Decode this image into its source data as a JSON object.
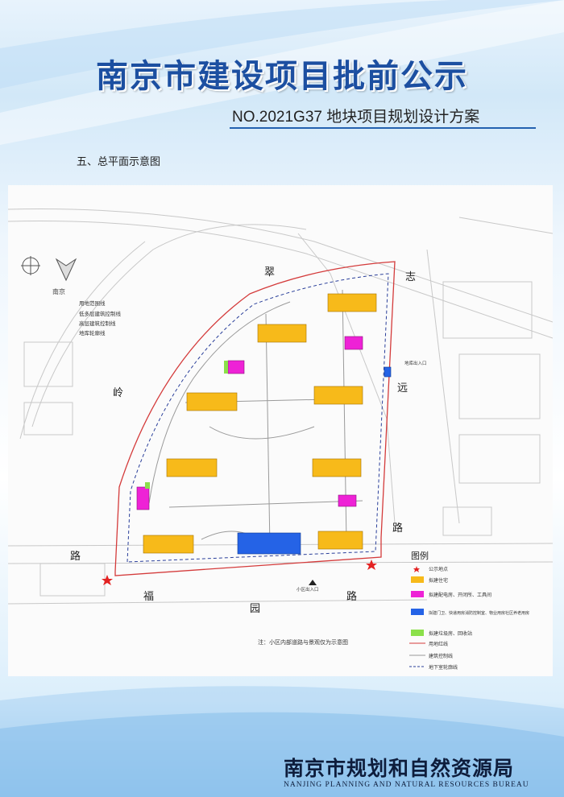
{
  "header": {
    "title": "南京市建设项目批前公示",
    "subtitle": "NO.2021G37 地块项目规划设计方案"
  },
  "section_title": "五、总平面示意图",
  "north": {
    "label": "南京"
  },
  "roads": {
    "north": [
      "翠",
      "志"
    ],
    "east": [
      "远",
      "路"
    ],
    "west": [
      "岭",
      "路"
    ],
    "south": [
      "福",
      "园",
      "路"
    ]
  },
  "line_legend": [
    "用地范围线",
    "低多层建筑控制线",
    "高层建筑控制线",
    "地库轮廓线"
  ],
  "entrances": [
    "地库出入口",
    "小区出入口"
  ],
  "note": "注：小区内部道路与景观仅为示意图",
  "legend": {
    "title": "图例",
    "items": [
      {
        "label": "公示地点",
        "color": "#e32222",
        "kind": "star"
      },
      {
        "label": "拟建住宅",
        "color": "#f7ba1a",
        "kind": "box"
      },
      {
        "label": "拟建配电房、开闭所、工具间",
        "color": "#ee22d6",
        "kind": "box"
      },
      {
        "label": "拟建门卫、快递用房消防控制室、物业用房社区养老用房",
        "color": "#2563e6",
        "kind": "box"
      },
      {
        "label": "拟建垃圾房、回收站",
        "color": "#8be04a",
        "kind": "box"
      },
      {
        "label": "用地红线",
        "color": "#d43b3b",
        "kind": "line"
      },
      {
        "label": "建筑控制线",
        "color": "#9a9a9a",
        "kind": "line"
      },
      {
        "label": "地下室轮廓线",
        "color": "#2a3f9a",
        "kind": "dash"
      }
    ]
  },
  "footer": {
    "bureau_cn": "南京市规划和自然资源局",
    "bureau_en": "NANJING PLANNING AND NATURAL RESOURCES BUREAU"
  }
}
